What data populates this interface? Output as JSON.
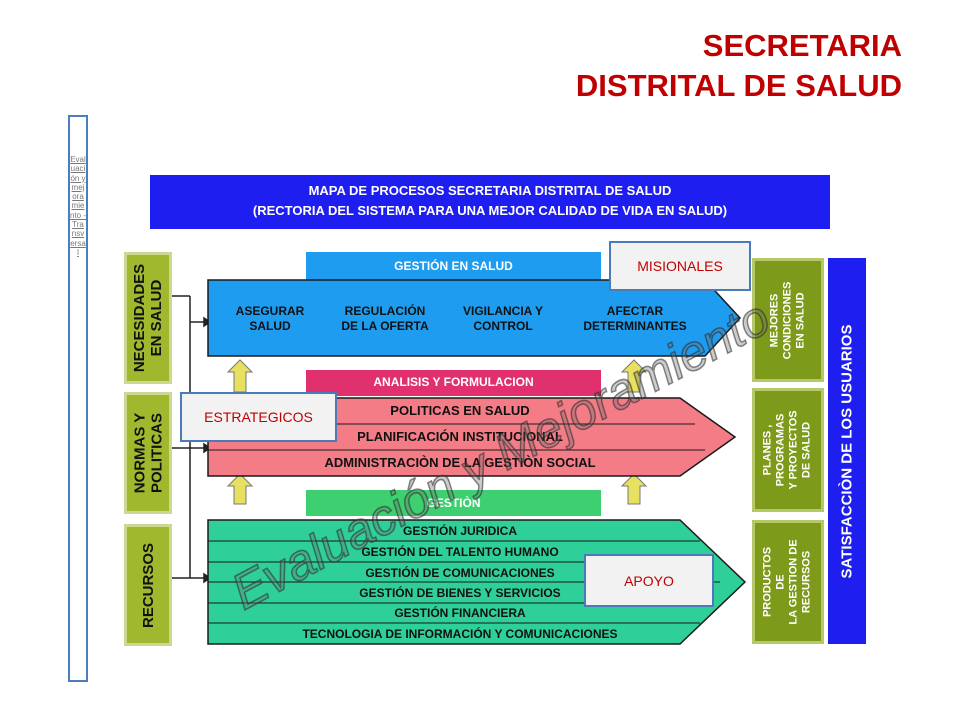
{
  "title": {
    "line1": "SECRETARIA",
    "line2": "DISTRITAL DE SALUD"
  },
  "side_bar_text": "Evaluación y mejoramiento - Transversal",
  "header": {
    "line1": "MAPA DE PROCESOS SECRETARIA DISTRITAL DE SALUD",
    "line2": "(RECTORIA DEL SISTEMA PARA UNA MEJOR CALIDAD DE VIDA EN SALUD)"
  },
  "left_boxes": [
    {
      "label_line1": "NECESIDADES",
      "label_line2": "EN SALUD"
    },
    {
      "label_line1": "NORMAS Y",
      "label_line2": "POLITICAS"
    },
    {
      "label_line1": "RECURSOS",
      "label_line2": ""
    }
  ],
  "misional": {
    "tab": "GESTIÓN  EN SALUD",
    "items": [
      {
        "line1": "ASEGURAR",
        "line2": "SALUD"
      },
      {
        "line1": "REGULACIÓN",
        "line2": "DE LA OFERTA"
      },
      {
        "line1": "VIGILANCIA Y",
        "line2": "CONTROL"
      },
      {
        "line1": "AFECTAR",
        "line2": "DETERMINANTES"
      }
    ]
  },
  "estrategico": {
    "tab": "ANALISIS Y FORMULACION",
    "items": [
      "POLITICAS EN SALUD",
      "PLANIFICACIÓN INSTITUCIONAL",
      "ADMINISTRACIÒN DE LA GESTIÒN SOCIAL"
    ]
  },
  "apoyo": {
    "tab": "GESTIÒN",
    "items": [
      "GESTIÓN JURIDICA",
      "GESTIÓN DEL TALENTO HUMANO",
      "GESTIÓN DE COMUNICACIONES",
      "GESTIÓN DE BIENES Y SERVICIOS",
      "GESTIÓN FINANCIERA",
      "TECNOLOGIA DE INFORMACIÓN Y COMUNICACIONES"
    ]
  },
  "right_boxes": [
    {
      "lines": [
        "MEJORES",
        "CONDICIONES",
        "EN SALUD"
      ]
    },
    {
      "lines": [
        "PLANES ,",
        "PROGRAMAS",
        "Y PROYECTOS",
        "DE SALUD"
      ]
    },
    {
      "lines": [
        "PRODUCTOS",
        "DE",
        "LA GESTION DE",
        "RECURSOS"
      ]
    }
  ],
  "satisfaccion": "SATISFACCIÒN DE LOS USUARIOS",
  "callouts": {
    "misionales": "MISIONALES",
    "estrategicos": "ESTRATEGICOS",
    "apoyo": "APOYO"
  },
  "watermark": "Evaluación y Mejoramiento",
  "colors": {
    "title": "#c00000",
    "header_blue": "#1e1ef0",
    "misional_cyan": "#1e9cf0",
    "estrategico_pink": "#f47c86",
    "estrategico_tab": "#e0306e",
    "apoyo_green": "#2fcf9a",
    "apoyo_tab": "#3ed070",
    "olive": "#9fb82e",
    "arrow_yellow": "#e8e060"
  },
  "icons": [
    "right-arrow-icon",
    "up-arrow-icon"
  ]
}
